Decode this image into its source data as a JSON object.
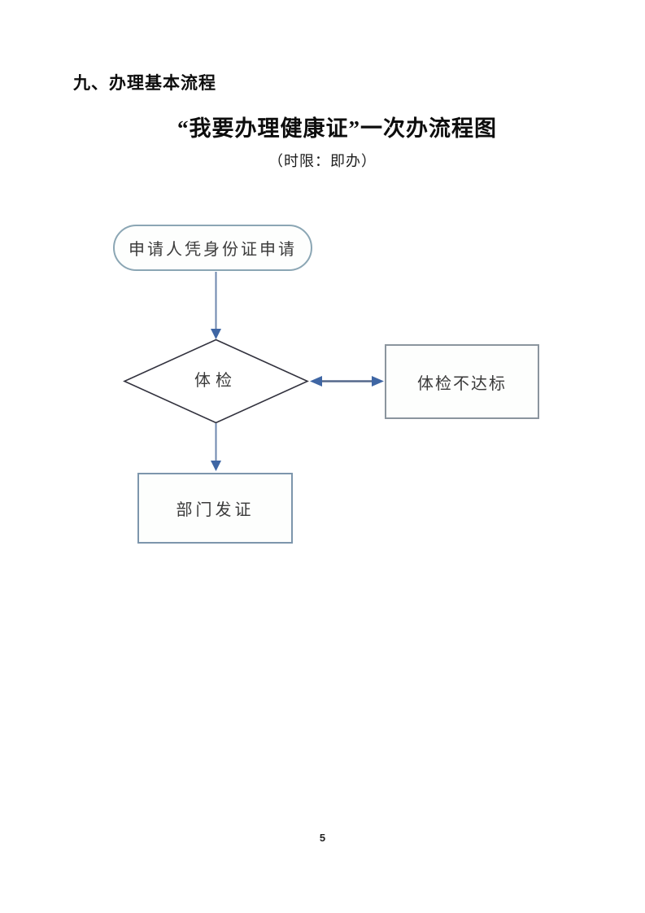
{
  "page": {
    "section_heading": "九、办理基本流程",
    "title": "“我要办理健康证”一次办流程图",
    "subtitle": "（时限：即办）",
    "page_number": "5"
  },
  "flowchart": {
    "nodes": {
      "start": {
        "shape": "terminator",
        "label": "申请人凭身份证申请"
      },
      "decision": {
        "shape": "diamond",
        "label": "体检"
      },
      "fail": {
        "shape": "rectangle",
        "label": "体检不达标"
      },
      "issue": {
        "shape": "rectangle",
        "label": "部门发证"
      }
    },
    "edges": [
      {
        "from": "start",
        "to": "decision",
        "style": "arrow-down"
      },
      {
        "from": "decision",
        "to": "fail",
        "style": "double-headed-horizontal"
      },
      {
        "from": "decision",
        "to": "issue",
        "style": "arrow-down"
      }
    ],
    "colors": {
      "arrow_head": "#3f66a4",
      "arrow_shaft": "#6e87ae",
      "terminator_border": "#8ba6b4",
      "diamond_border": "#32323e",
      "fail_rect_border": "#8b959e",
      "issue_rect_border": "#7d96ac",
      "node_text": "#3b3b3b"
    }
  }
}
